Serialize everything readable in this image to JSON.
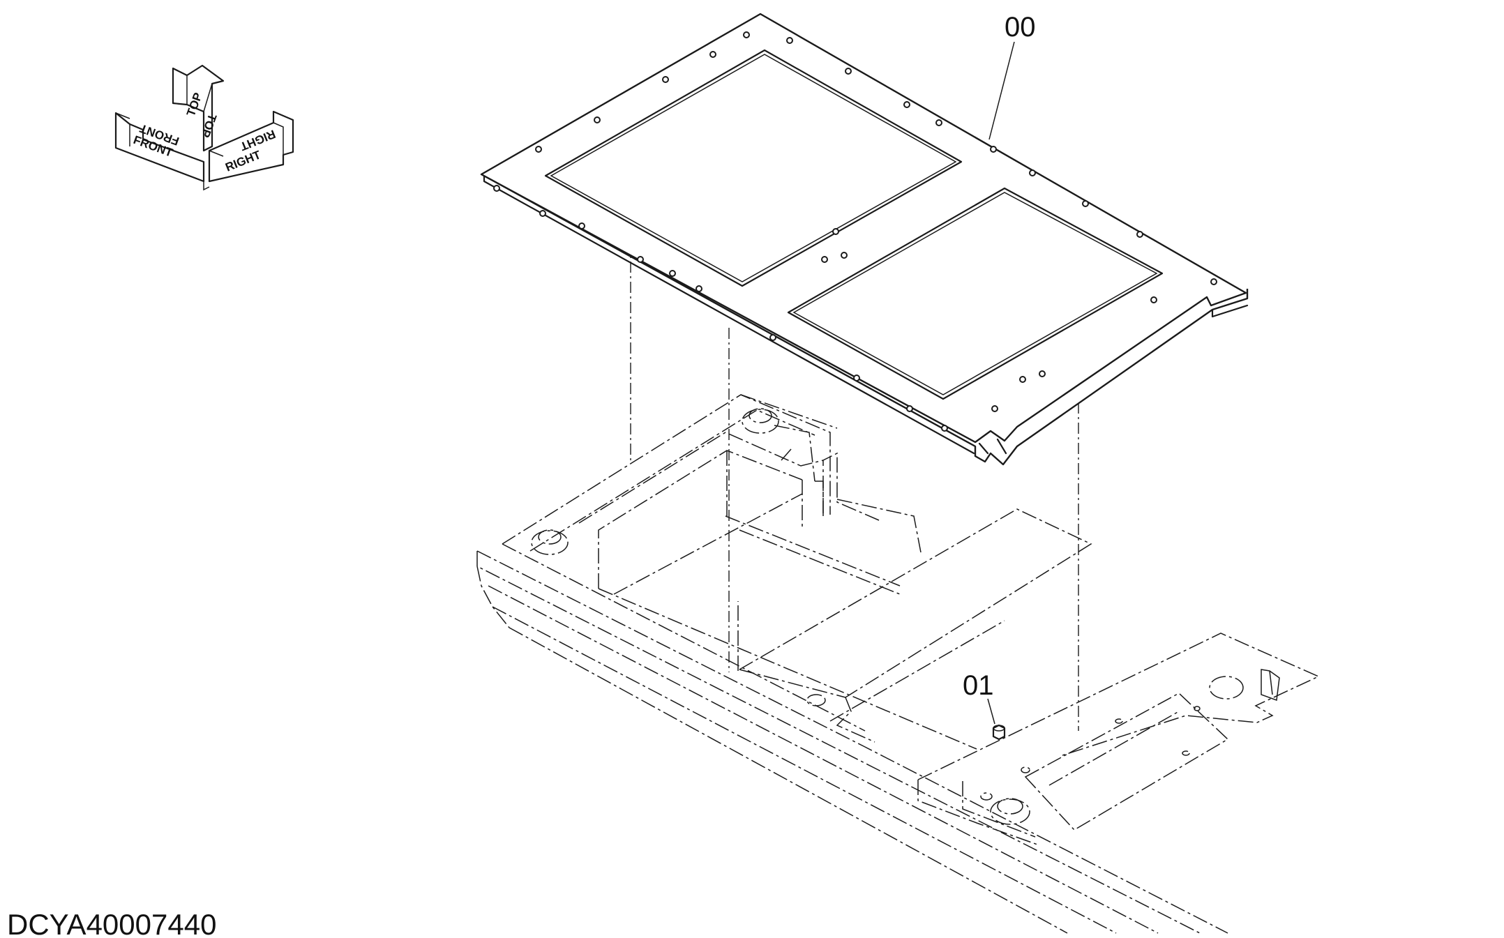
{
  "drawing_code": "DCYA40007440",
  "callouts": [
    {
      "id": "00"
    },
    {
      "id": "01"
    }
  ],
  "orientation": {
    "front": "FRONT",
    "top": "TOP",
    "right": "RIGHT"
  },
  "colors": {
    "line": "#1a1a1a",
    "background": "#ffffff"
  }
}
